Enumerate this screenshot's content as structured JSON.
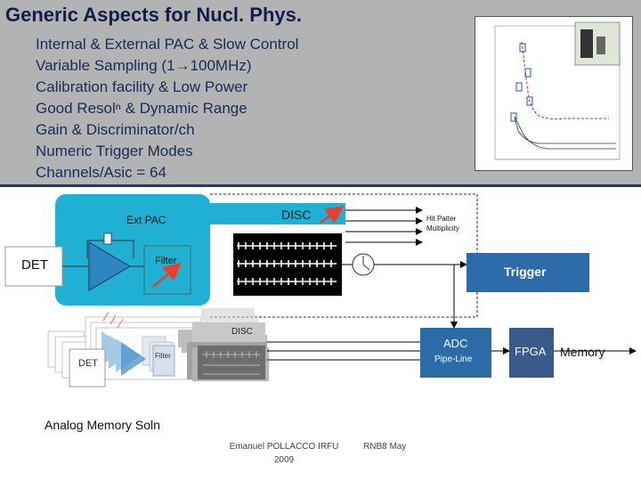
{
  "header": {
    "title": "Generic Aspects for Nucl. Phys.",
    "bullets": [
      "Internal & External PAC & Slow Control",
      "Variable Sampling (1→100MHz)",
      "Calibration facility & Low Power",
      "Good Resolⁿ & Dynamic Range",
      "Gain & Discriminator/ch",
      "Numeric Trigger Modes",
      "Channels/Asic = 64"
    ]
  },
  "diagram": {
    "ext_pac": "Ext PAC",
    "det": "DET",
    "filter": "Filter",
    "disc": "DISC",
    "hit_pattern_line1": "Hit Patter",
    "hit_pattern_line2": "Multiplicity",
    "trigger": "Trigger",
    "adc": "ADC",
    "pipeline": "Pipe-Line",
    "fpga": "FPGA",
    "memory": "Memory",
    "stack_det": "DET",
    "stack_disc": "DISC",
    "stack_filter": "Filter",
    "analog_memory": "Analog Memory Soln"
  },
  "footer": {
    "author_line1": "Emanuel POLLACCO IRFU",
    "author_line2": "2009",
    "event": "RNB8 May"
  },
  "colors": {
    "header_bg": "#b3b3b3",
    "title": "#0f1f4a",
    "pac_box": "#1fb0d4",
    "trigger_box": "#2c6aa8",
    "amp": "#2e86c1",
    "dark_box": "#3d3d3d",
    "fpga_box": "#3a5a8c",
    "red_arrow": "#e8402a"
  }
}
